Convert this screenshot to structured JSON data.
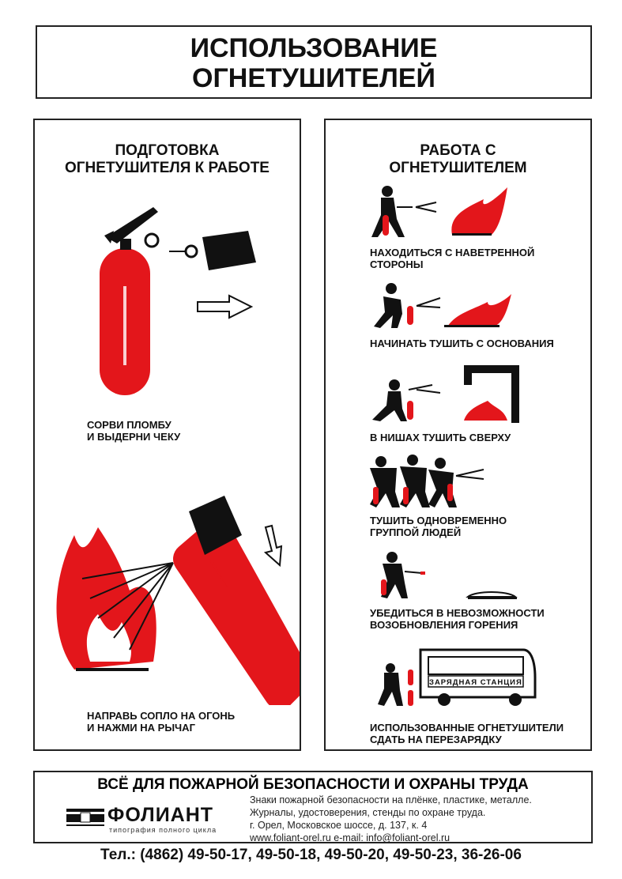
{
  "title": {
    "line1": "ИСПОЛЬЗОВАНИЕ",
    "line2": "ОГНЕТУШИТЕЛЕЙ"
  },
  "left": {
    "heading1": "ПОДГОТОВКА",
    "heading2": "ОГНЕТУШИТЕЛЯ К РАБОТЕ",
    "step1": [
      "СОРВИ ПЛОМБУ",
      "И ВЫДЕРНИ ЧЕКУ"
    ],
    "step2": [
      "НАПРАВЬ СОПЛО НА ОГОНЬ",
      "И НАЖМИ НА РЫЧАГ"
    ]
  },
  "right": {
    "heading1": "РАБОТА С",
    "heading2": "ОГНЕТУШИТЕЛЕМ",
    "items": [
      {
        "l1": "НАХОДИТЬСЯ С НАВЕТРЕННОЙ",
        "l2": "СТОРОНЫ"
      },
      {
        "l1": "НАЧИНАТЬ ТУШИТЬ С ОСНОВАНИЯ",
        "l2": ""
      },
      {
        "l1": "В НИШАХ ТУШИТЬ СВЕРХУ",
        "l2": ""
      },
      {
        "l1": "ТУШИТЬ ОДНОВРЕМЕННО",
        "l2": "ГРУППОЙ ЛЮДЕЙ"
      },
      {
        "l1": "УБЕДИТЬСЯ В НЕВОЗМОЖНОСТИ",
        "l2": "ВОЗОБНОВЛЕНИЯ ГОРЕНИЯ"
      },
      {
        "l1": "ИСПОЛЬЗОВАННЫЕ ОГНЕТУШИТЕЛИ",
        "l2": "СДАТЬ НА ПЕРЕЗАРЯДКУ"
      }
    ],
    "van_label": "ЗАРЯДНАЯ СТАНЦИЯ"
  },
  "footer": {
    "heading": "ВСЁ ДЛЯ ПОЖАРНОЙ БЕЗОПАСНОСТИ И ОХРАНЫ ТРУДА",
    "logo_name": "ФОЛИАНТ",
    "logo_sub": "типография полного цикла",
    "lines": [
      "Знаки пожарной безопасности на плёнке, пластике, металле.",
      "Журналы, удостоверения, стенды по охране труда.",
      "г. Орел, Московское шоссе, д. 137, к. 4",
      "www.foliant-orel.ru   e-mail: info@foliant-orel.ru"
    ],
    "phone": "Тел.: (4862) 49-50-17, 49-50-18, 49-50-20, 49-50-23, 36-26-06"
  },
  "colors": {
    "red": "#e3161b",
    "black": "#111111"
  }
}
